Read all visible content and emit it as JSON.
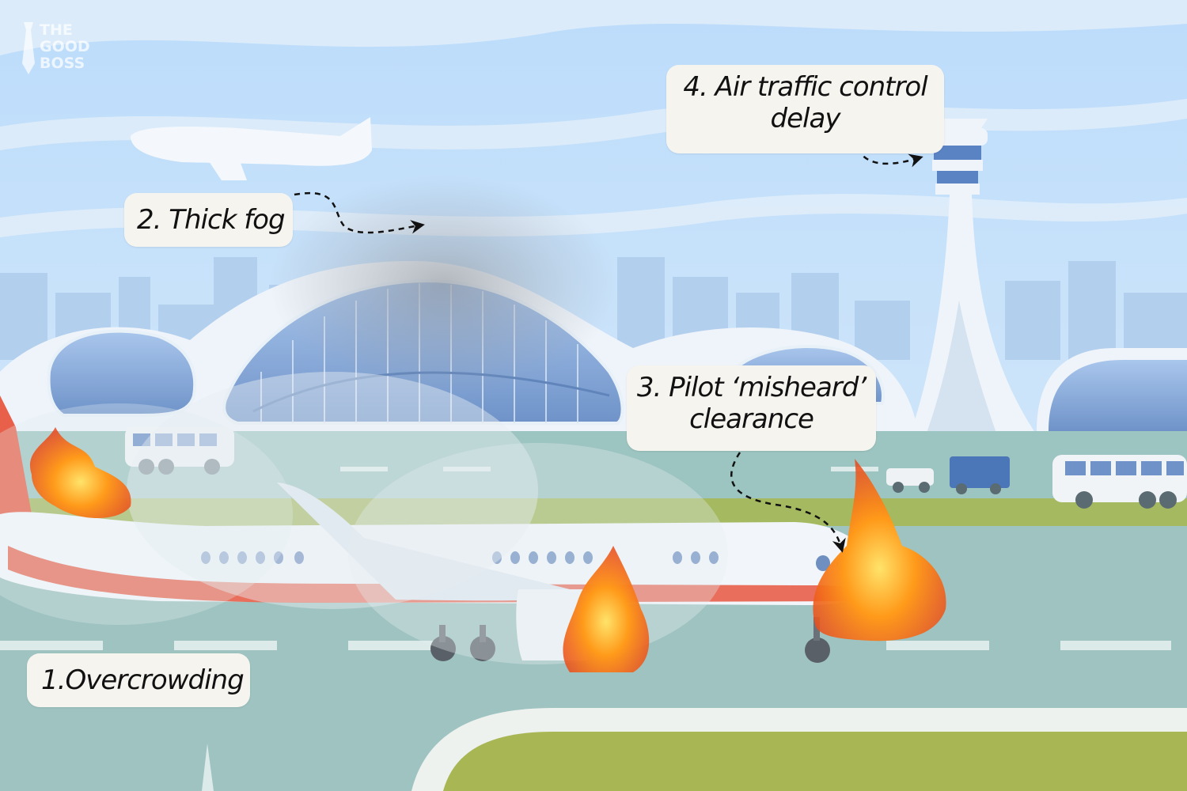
{
  "logo": {
    "lines": [
      "THE",
      "GOOD",
      "BOSS"
    ],
    "icon": "necktie-icon"
  },
  "callouts": {
    "overcrowding": "1.Overcrowding",
    "thick_fog": "2. Thick fog",
    "pilot_misheard": [
      "3. Pilot ‘misheard’",
      "clearance"
    ],
    "atc_delay": [
      "4. Air traffic control",
      "delay"
    ]
  },
  "colors": {
    "sky": "#cfe6fb",
    "terminal_white": "#eef4fa",
    "glass": "#8fb4e0",
    "runway": "#9dc3c0",
    "grass": "#a8b85a",
    "plane_stripe": "#e8604a",
    "fire": "#ff8a1e",
    "callout_bg": "#f6f4ef"
  }
}
